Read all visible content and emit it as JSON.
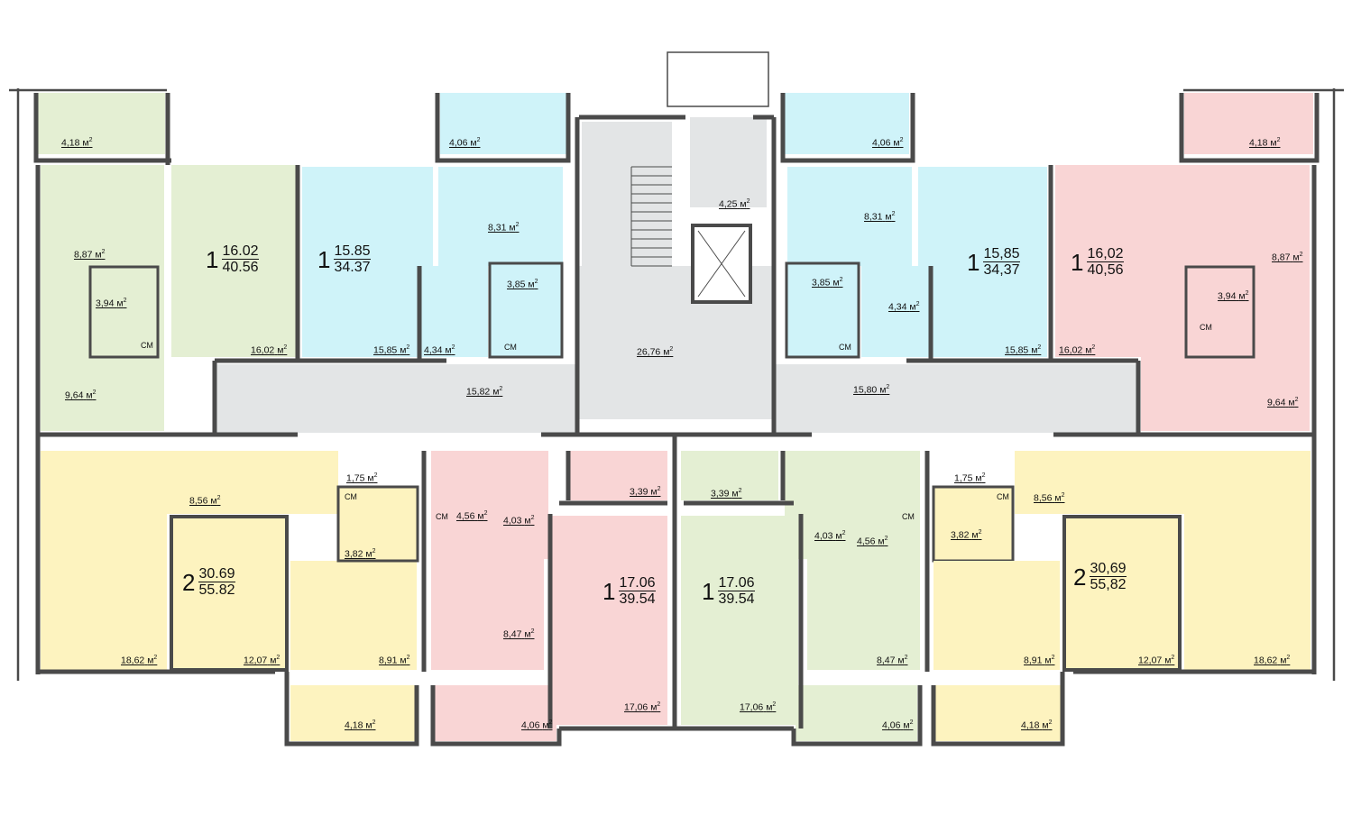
{
  "colors": {
    "green": "#e4efd3",
    "blue": "#cff3f9",
    "pink": "#f9d5d5",
    "yellow": "#fdf3bf",
    "corridor": "#e3e5e6",
    "wall": "#4a4a4a"
  },
  "unit": "м",
  "unit_sup": "2",
  "cm_label": "СМ",
  "apartments": [
    {
      "rooms": "1",
      "living": "16.02",
      "total": "40.56"
    },
    {
      "rooms": "1",
      "living": "15.85",
      "total": "34.37"
    },
    {
      "rooms": "1",
      "living": "15,85",
      "total": "34,37"
    },
    {
      "rooms": "1",
      "living": "16,02",
      "total": "40,56"
    },
    {
      "rooms": "2",
      "living": "30.69",
      "total": "55.82"
    },
    {
      "rooms": "1",
      "living": "17.06",
      "total": "39.54"
    },
    {
      "rooms": "1",
      "living": "17.06",
      "total": "39.54"
    },
    {
      "rooms": "2",
      "living": "30,69",
      "total": "55,82"
    }
  ],
  "areas": [
    "4,18",
    "8,87",
    "3,94",
    "16,02",
    "9,64",
    "4,06",
    "8,31",
    "3,85",
    "15,85",
    "4,34",
    "15,82",
    "26,76",
    "4,25",
    "4,06",
    "8,31",
    "3,85",
    "4,34",
    "15,85",
    "15,80",
    "4,18",
    "8,87",
    "3,94",
    "16,02",
    "9,64",
    "1,75",
    "8,56",
    "3,82",
    "18,62",
    "12,07",
    "8,91",
    "4,18",
    "4,56",
    "4,03",
    "8,47",
    "4,06",
    "3,39",
    "17,06",
    "3,39",
    "17,06",
    "4,03",
    "4,56",
    "8,47",
    "4,06",
    "1,75",
    "8,56",
    "3,82",
    "8,91",
    "12,07",
    "18,62",
    "4,18"
  ]
}
